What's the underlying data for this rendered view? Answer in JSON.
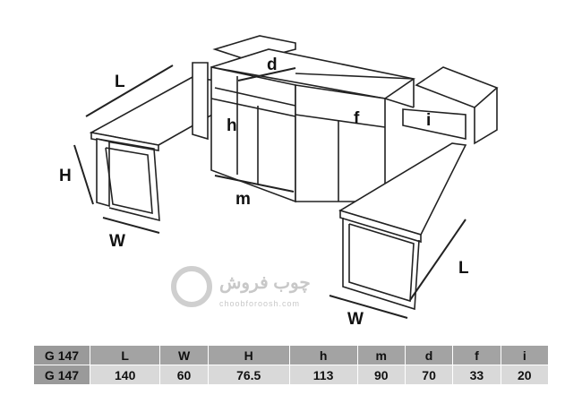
{
  "diagram": {
    "labels": {
      "L_left": "L",
      "H": "H",
      "W_left": "W",
      "d": "d",
      "h": "h",
      "m": "m",
      "f": "f",
      "i": "i",
      "L_right": "L",
      "W_right": "W"
    }
  },
  "watermark": {
    "text": "چوب فروش",
    "url_text": "choobforoosh.com"
  },
  "table": {
    "headers": [
      "G 147",
      "L",
      "W",
      "H",
      "h",
      "m",
      "d",
      "f",
      "i"
    ],
    "values": [
      "G 147",
      "140",
      "60",
      "76.5",
      "113",
      "90",
      "70",
      "33",
      "20"
    ]
  }
}
